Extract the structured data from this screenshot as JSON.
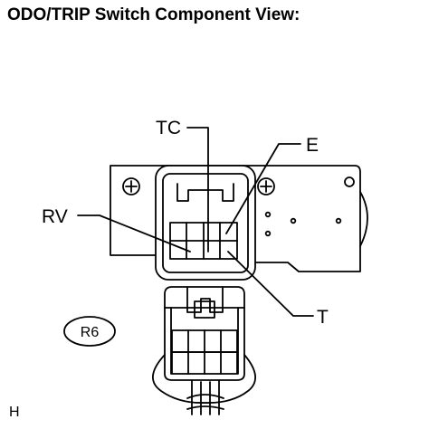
{
  "title": "ODO/TRIP Switch Component View:",
  "labels": {
    "tc": "TC",
    "e": "E",
    "rv": "RV",
    "t": "T",
    "connector": "R6",
    "corner": "H"
  }
}
